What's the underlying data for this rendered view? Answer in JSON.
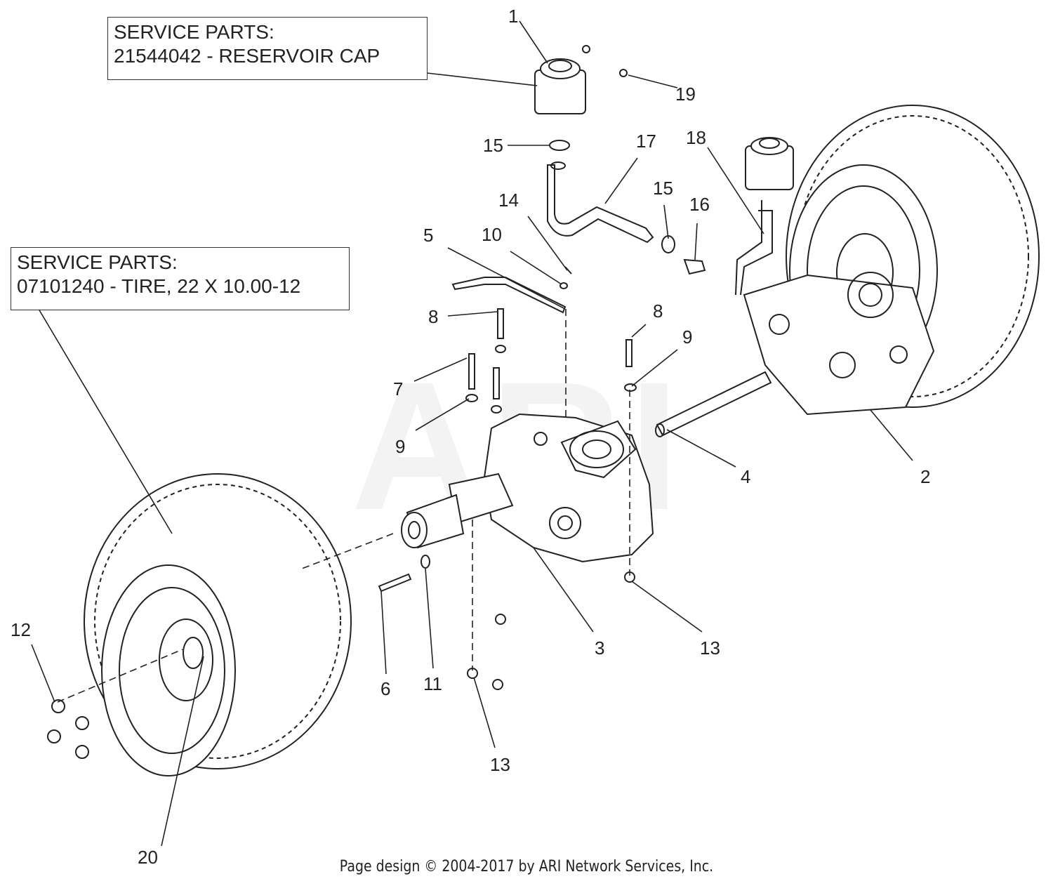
{
  "service_boxes": {
    "reservoir": {
      "line1": "SERVICE PARTS:",
      "line2": "21544042 - RESERVOIR CAP"
    },
    "tire": {
      "line1": "SERVICE PARTS:",
      "line2": "07101240 - TIRE, 22 X 10.00-12"
    }
  },
  "callouts": {
    "c1": "1",
    "c2": "2",
    "c3": "3",
    "c4": "4",
    "c5": "5",
    "c6": "6",
    "c7": "7",
    "c8a": "8",
    "c8b": "8",
    "c9a": "9",
    "c9b": "9",
    "c10": "10",
    "c11": "11",
    "c12": "12",
    "c13a": "13",
    "c13b": "13",
    "c14": "14",
    "c15a": "15",
    "c15b": "15",
    "c16": "16",
    "c17": "17",
    "c18": "18",
    "c19": "19",
    "c20": "20"
  },
  "watermark": "ARI",
  "footer": "Page design © 2004-2017 by ARI Network Services, Inc."
}
